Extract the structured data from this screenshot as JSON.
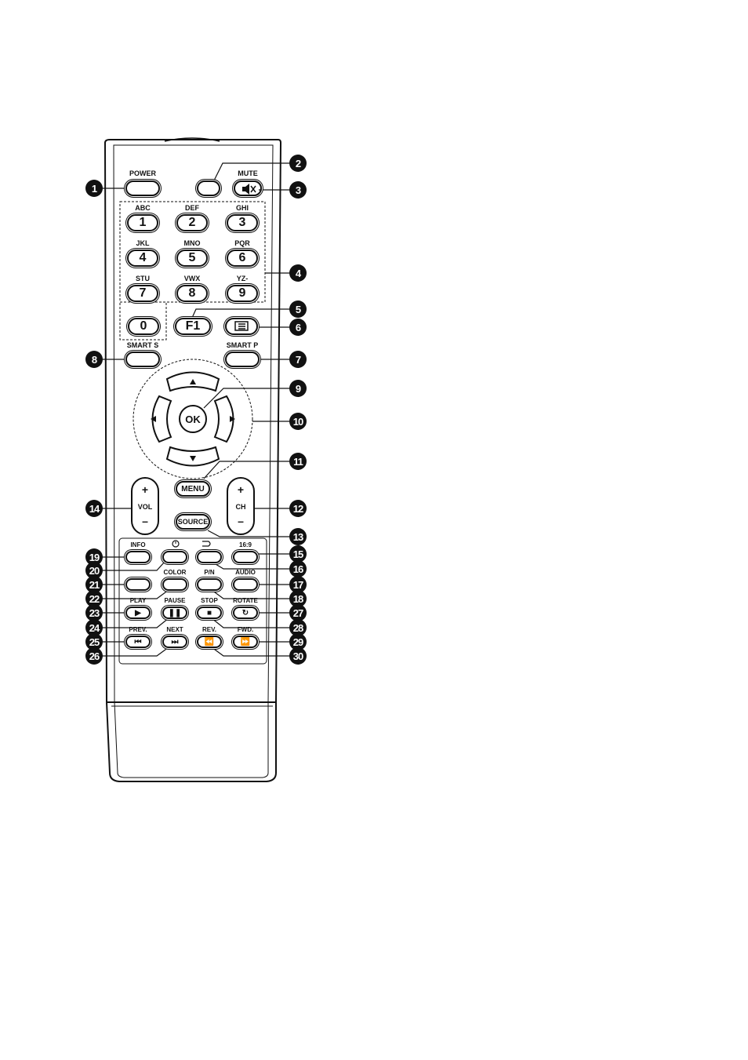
{
  "remote": {
    "power": "POWER",
    "mute": "MUTE",
    "keypad_letters": [
      "ABC",
      "DEF",
      "GHI",
      "JKL",
      "MNO",
      "PQR",
      "STU",
      "VWX",
      "YZ-"
    ],
    "keypad_digits": [
      "1",
      "2",
      "3",
      "4",
      "5",
      "6",
      "7",
      "8",
      "9"
    ],
    "zero": "0",
    "f1": "F1",
    "smart_s": "SMART S",
    "smart_p": "SMART P",
    "ok": "OK",
    "menu": "MENU",
    "source": "SOURCE",
    "vol": "VOL",
    "ch": "CH",
    "plus": "+",
    "minus": "–",
    "info": "INFO",
    "aspect": "16:9",
    "color": "COLOR",
    "pn": "P/N",
    "audio": "AUDIO",
    "play": "PLAY",
    "pause": "PAUSE",
    "stop": "STOP",
    "rotate": "ROTATE",
    "prev": "PREV.",
    "next": "NEXT",
    "rev": "REV.",
    "fwd": "FWD."
  },
  "callouts": [
    "1",
    "2",
    "3",
    "4",
    "5",
    "6",
    "7",
    "8",
    "9",
    "10",
    "11",
    "12",
    "13",
    "14",
    "15",
    "16",
    "17",
    "18",
    "19",
    "20",
    "21",
    "22",
    "23",
    "24",
    "25",
    "26",
    "27",
    "28",
    "29",
    "30"
  ]
}
